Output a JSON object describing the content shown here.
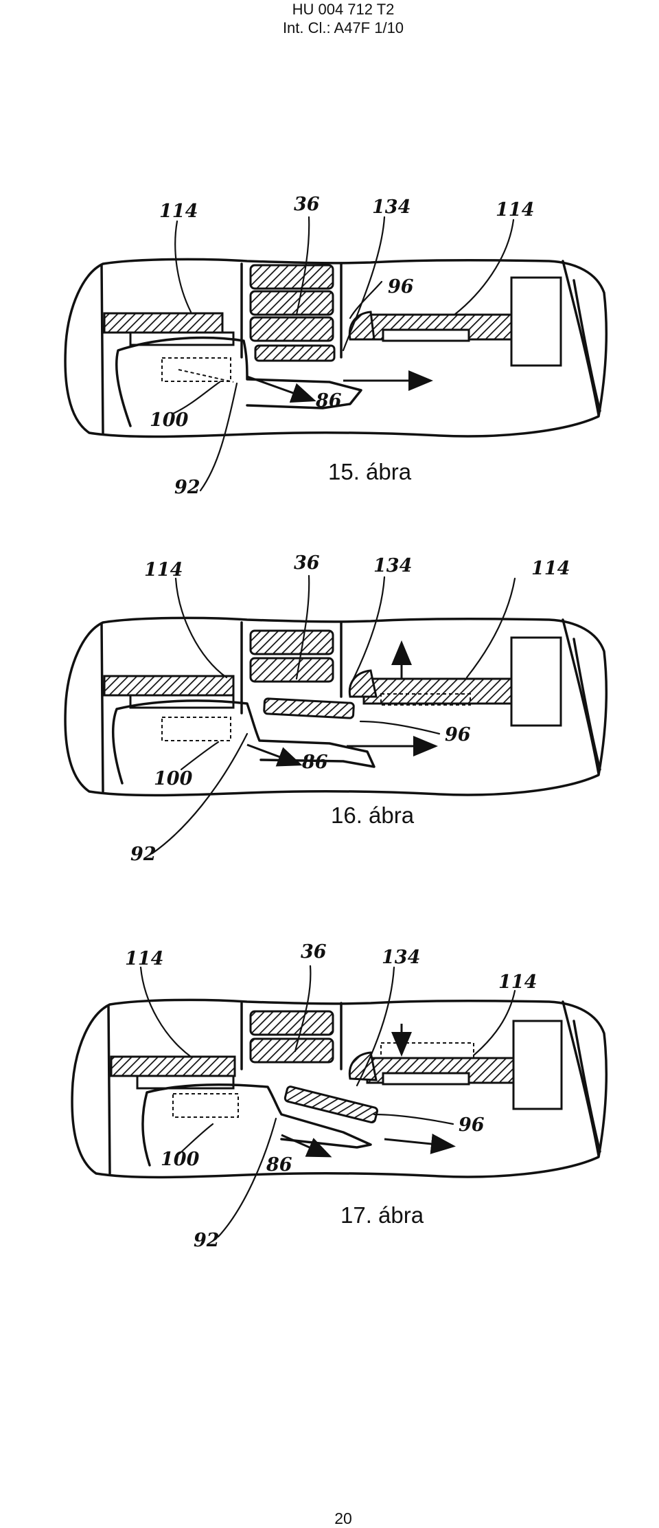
{
  "header": {
    "doc_number": "HU 004 712 T2",
    "classification": "Int. Cl.: A47F 1/10"
  },
  "figures": [
    {
      "caption": "15. ábra",
      "labels": {
        "l114a": "114",
        "l36": "36",
        "l134": "134",
        "l114b": "114",
        "l96": "96",
        "l86": "86",
        "l100": "100",
        "l92": "92"
      }
    },
    {
      "caption": "16. ábra",
      "labels": {
        "l114a": "114",
        "l36": "36",
        "l134": "134",
        "l114b": "114",
        "l96": "96",
        "l86": "86",
        "l100": "100",
        "l92": "92"
      }
    },
    {
      "caption": "17. ábra",
      "labels": {
        "l114a": "114",
        "l36": "36",
        "l134": "134",
        "l114b": "114",
        "l96": "96",
        "l86": "86",
        "l100": "100",
        "l92": "92"
      }
    }
  ],
  "footer": {
    "page_number": "20"
  }
}
